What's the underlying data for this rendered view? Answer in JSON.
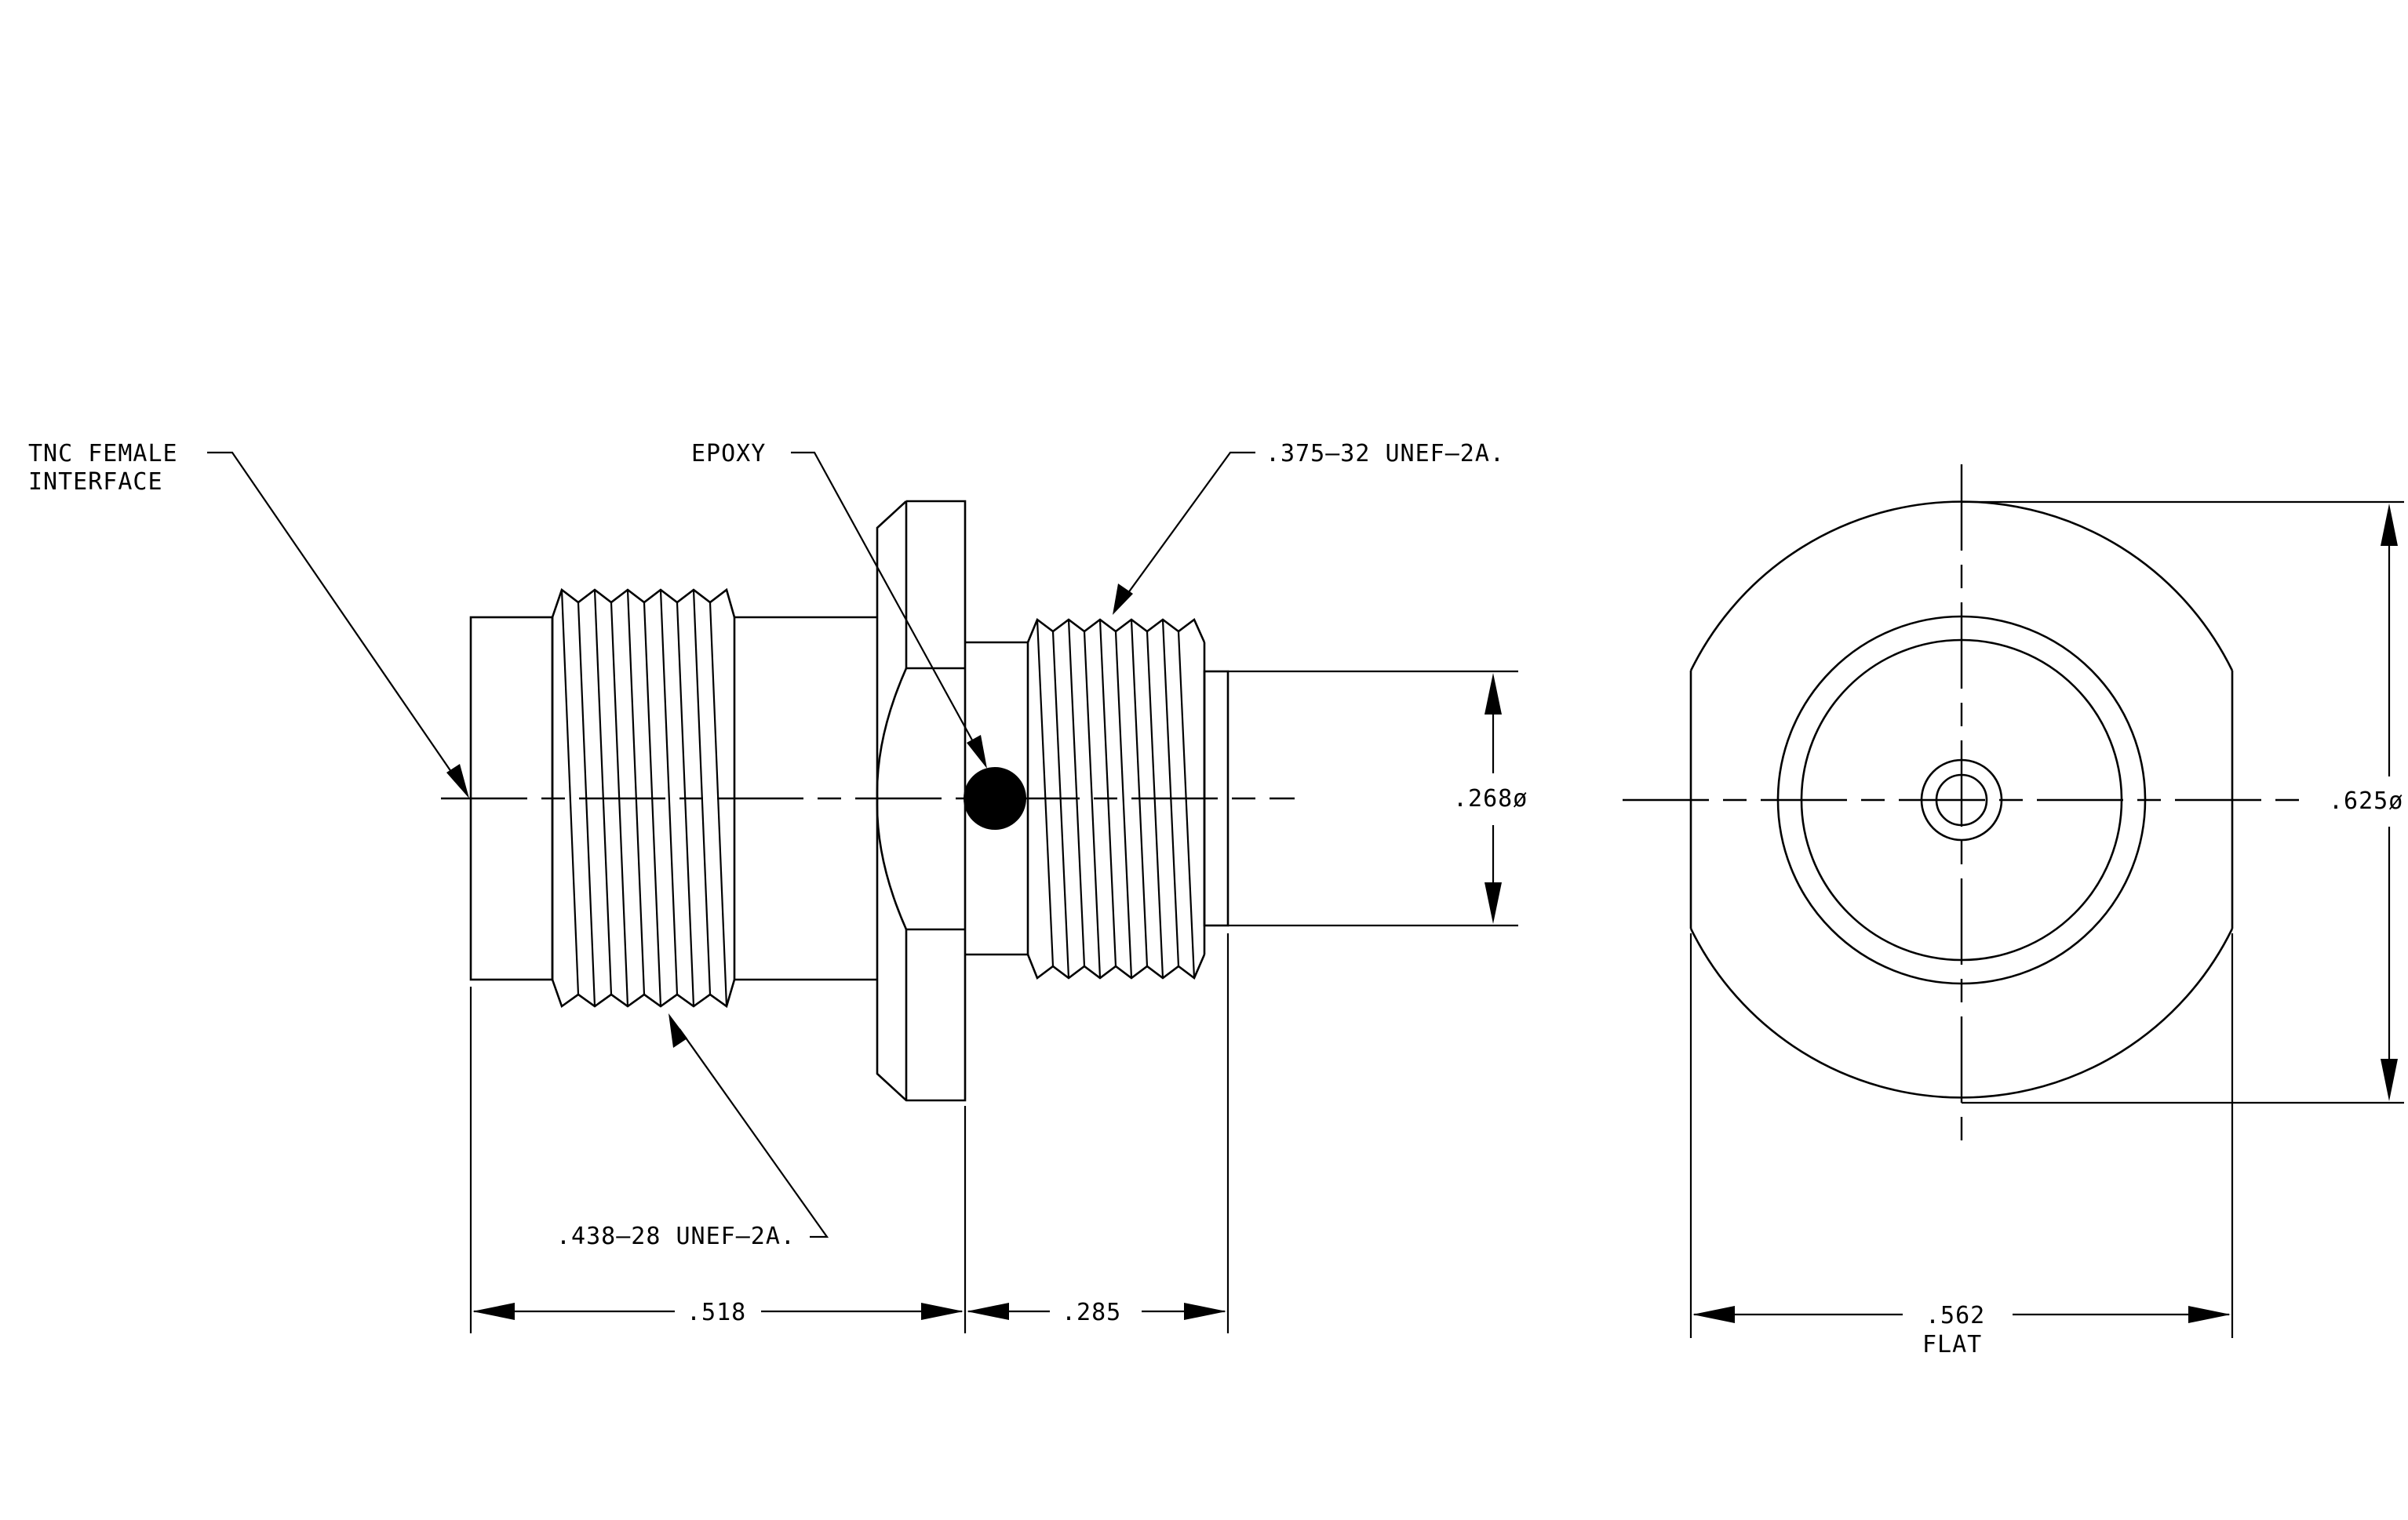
{
  "labels": {
    "tnc_line1": "TNC FEMALE",
    "tnc_line2": "INTERFACE",
    "epoxy": "EPOXY",
    "thread_375": ".375–32 UNEF–2A.",
    "thread_438": ".438–28 UNEF–2A.",
    "dim_268": ".268ø",
    "dim_625": ".625ø",
    "dim_518": ".518",
    "dim_285": ".285",
    "dim_562": ".562",
    "dim_562_sub": "FLAT"
  }
}
